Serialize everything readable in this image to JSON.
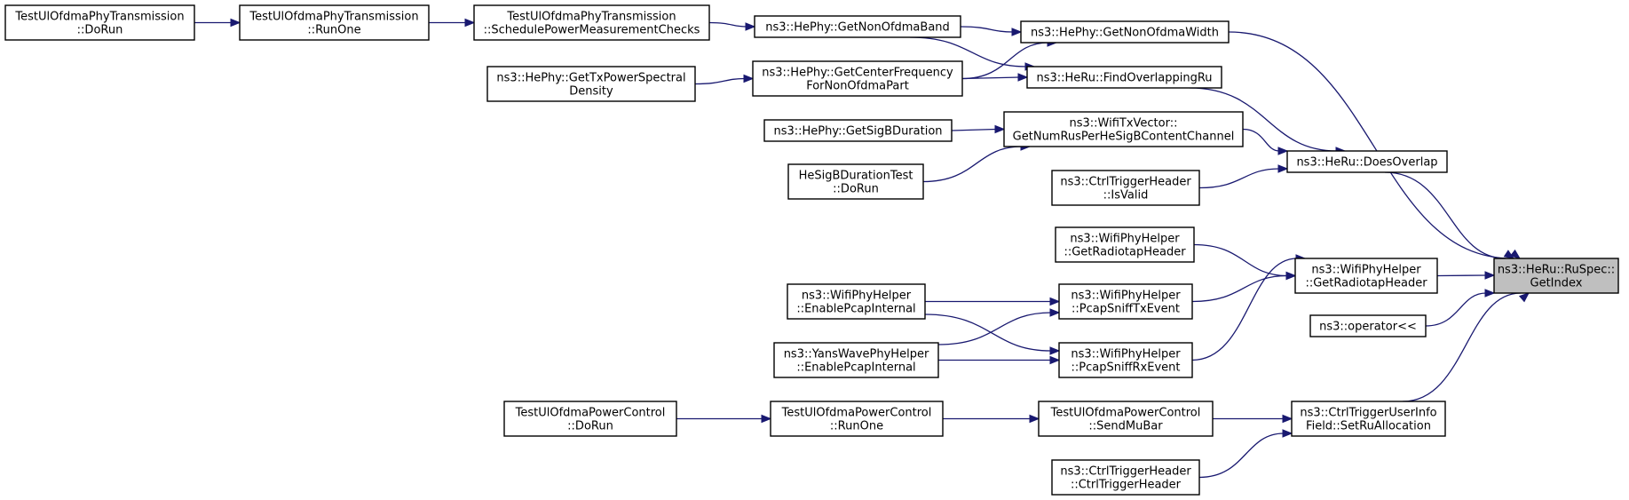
{
  "colors": {
    "edge": "#191970",
    "node_border": "#000000",
    "root_fill": "#bfbfbf",
    "node_fill": "#ffffff"
  },
  "nodes": [
    {
      "id": "getindex",
      "lines": [
        "ns3::HeRu::RuSpec::",
        "GetIndex"
      ],
      "root": true
    },
    {
      "id": "getnonofdmawidth",
      "lines": [
        "ns3::HePhy::GetNonOfdmaWidth"
      ]
    },
    {
      "id": "doesoverlap",
      "lines": [
        "ns3::HeRu::DoesOverlap"
      ]
    },
    {
      "id": "getradiotapheader1",
      "lines": [
        "ns3::WifiPhyHelper",
        "::GetRadiotapHeader"
      ]
    },
    {
      "id": "operatorlt",
      "lines": [
        "ns3::operator<<"
      ]
    },
    {
      "id": "setruallocation",
      "lines": [
        "ns3::CtrlTriggerUserInfo",
        "Field::SetRuAllocation"
      ]
    },
    {
      "id": "getnonofdmaband",
      "lines": [
        "ns3::HePhy::GetNonOfdmaBand"
      ]
    },
    {
      "id": "getcenterfrequency",
      "lines": [
        "ns3::HePhy::GetCenterFrequency",
        "ForNonOfdmaPart"
      ]
    },
    {
      "id": "findoverlappingru",
      "lines": [
        "ns3::HeRu::FindOverlappingRu"
      ]
    },
    {
      "id": "getnumrusperhesigb",
      "lines": [
        "ns3::WifiTxVector::",
        "GetNumRusPerHeSigBContentChannel"
      ]
    },
    {
      "id": "isvalid",
      "lines": [
        "ns3::CtrlTriggerHeader",
        "::IsValid"
      ]
    },
    {
      "id": "getradiotapheader2",
      "lines": [
        "ns3::WifiPhyHelper",
        "::GetRadiotapHeader"
      ]
    },
    {
      "id": "pcapsnifftxevent",
      "lines": [
        "ns3::WifiPhyHelper",
        "::PcapSniffTxEvent"
      ]
    },
    {
      "id": "pcapsniffrxevent",
      "lines": [
        "ns3::WifiPhyHelper",
        "::PcapSniffRxEvent"
      ]
    },
    {
      "id": "sendmubar",
      "lines": [
        "TestUlOfdmaPowerControl",
        "::SendMuBar"
      ]
    },
    {
      "id": "ctrltriggerheader",
      "lines": [
        "ns3::CtrlTriggerHeader",
        "::CtrlTriggerHeader"
      ]
    },
    {
      "id": "schedulepower",
      "lines": [
        "TestUlOfdmaPhyTransmission",
        "::SchedulePowerMeasurementChecks"
      ]
    },
    {
      "id": "gettxpowerspectral",
      "lines": [
        "ns3::HePhy::GetTxPowerSpectral",
        "Density"
      ]
    },
    {
      "id": "getsigbduration",
      "lines": [
        "ns3::HePhy::GetSigBDuration"
      ]
    },
    {
      "id": "hesigbdurationtest",
      "lines": [
        "HeSigBDurationTest",
        "::DoRun"
      ]
    },
    {
      "id": "enablepcapwifi",
      "lines": [
        "ns3::WifiPhyHelper",
        "::EnablePcapInternal"
      ]
    },
    {
      "id": "enablepcapyans",
      "lines": [
        "ns3::YansWavePhyHelper",
        "::EnablePcapInternal"
      ]
    },
    {
      "id": "powercontrolrunone",
      "lines": [
        "TestUlOfdmaPowerControl",
        "::RunOne"
      ]
    },
    {
      "id": "phytransrunone",
      "lines": [
        "TestUlOfdmaPhyTransmission",
        "::RunOne"
      ]
    },
    {
      "id": "powercontroldorun",
      "lines": [
        "TestUlOfdmaPowerControl",
        "::DoRun"
      ]
    },
    {
      "id": "phytransdorun",
      "lines": [
        "TestUlOfdmaPhyTransmission",
        "::DoRun"
      ]
    }
  ],
  "edges": [
    {
      "from": "getnonofdmawidth",
      "to": "getindex"
    },
    {
      "from": "doesoverlap",
      "to": "getindex"
    },
    {
      "from": "getradiotapheader1",
      "to": "getindex"
    },
    {
      "from": "operatorlt",
      "to": "getindex"
    },
    {
      "from": "setruallocation",
      "to": "getindex"
    },
    {
      "from": "getnonofdmaband",
      "to": "getnonofdmawidth"
    },
    {
      "from": "getcenterfrequency",
      "to": "getnonofdmawidth"
    },
    {
      "from": "findoverlappingru",
      "to": "doesoverlap"
    },
    {
      "from": "getnumrusperhesigb",
      "to": "doesoverlap"
    },
    {
      "from": "isvalid",
      "to": "doesoverlap"
    },
    {
      "from": "getradiotapheader2",
      "to": "getradiotapheader1"
    },
    {
      "from": "pcapsnifftxevent",
      "to": "getradiotapheader1"
    },
    {
      "from": "pcapsniffrxevent",
      "to": "getradiotapheader1"
    },
    {
      "from": "sendmubar",
      "to": "setruallocation"
    },
    {
      "from": "ctrltriggerheader",
      "to": "setruallocation"
    },
    {
      "from": "schedulepower",
      "to": "getnonofdmaband"
    },
    {
      "from": "getnonofdmaband",
      "to": "findoverlappingru"
    },
    {
      "from": "getcenterfrequency",
      "to": "findoverlappingru"
    },
    {
      "from": "gettxpowerspectral",
      "to": "getcenterfrequency"
    },
    {
      "from": "getsigbduration",
      "to": "getnumrusperhesigb"
    },
    {
      "from": "hesigbdurationtest",
      "to": "getnumrusperhesigb"
    },
    {
      "from": "enablepcapwifi",
      "to": "pcapsnifftxevent"
    },
    {
      "from": "enablepcapyans",
      "to": "pcapsnifftxevent"
    },
    {
      "from": "enablepcapwifi",
      "to": "pcapsniffrxevent"
    },
    {
      "from": "enablepcapyans",
      "to": "pcapsniffrxevent"
    },
    {
      "from": "powercontrolrunone",
      "to": "sendmubar"
    },
    {
      "from": "phytransrunone",
      "to": "schedulepower"
    },
    {
      "from": "powercontroldorun",
      "to": "powercontrolrunone"
    },
    {
      "from": "phytransdorun",
      "to": "phytransrunone"
    }
  ]
}
